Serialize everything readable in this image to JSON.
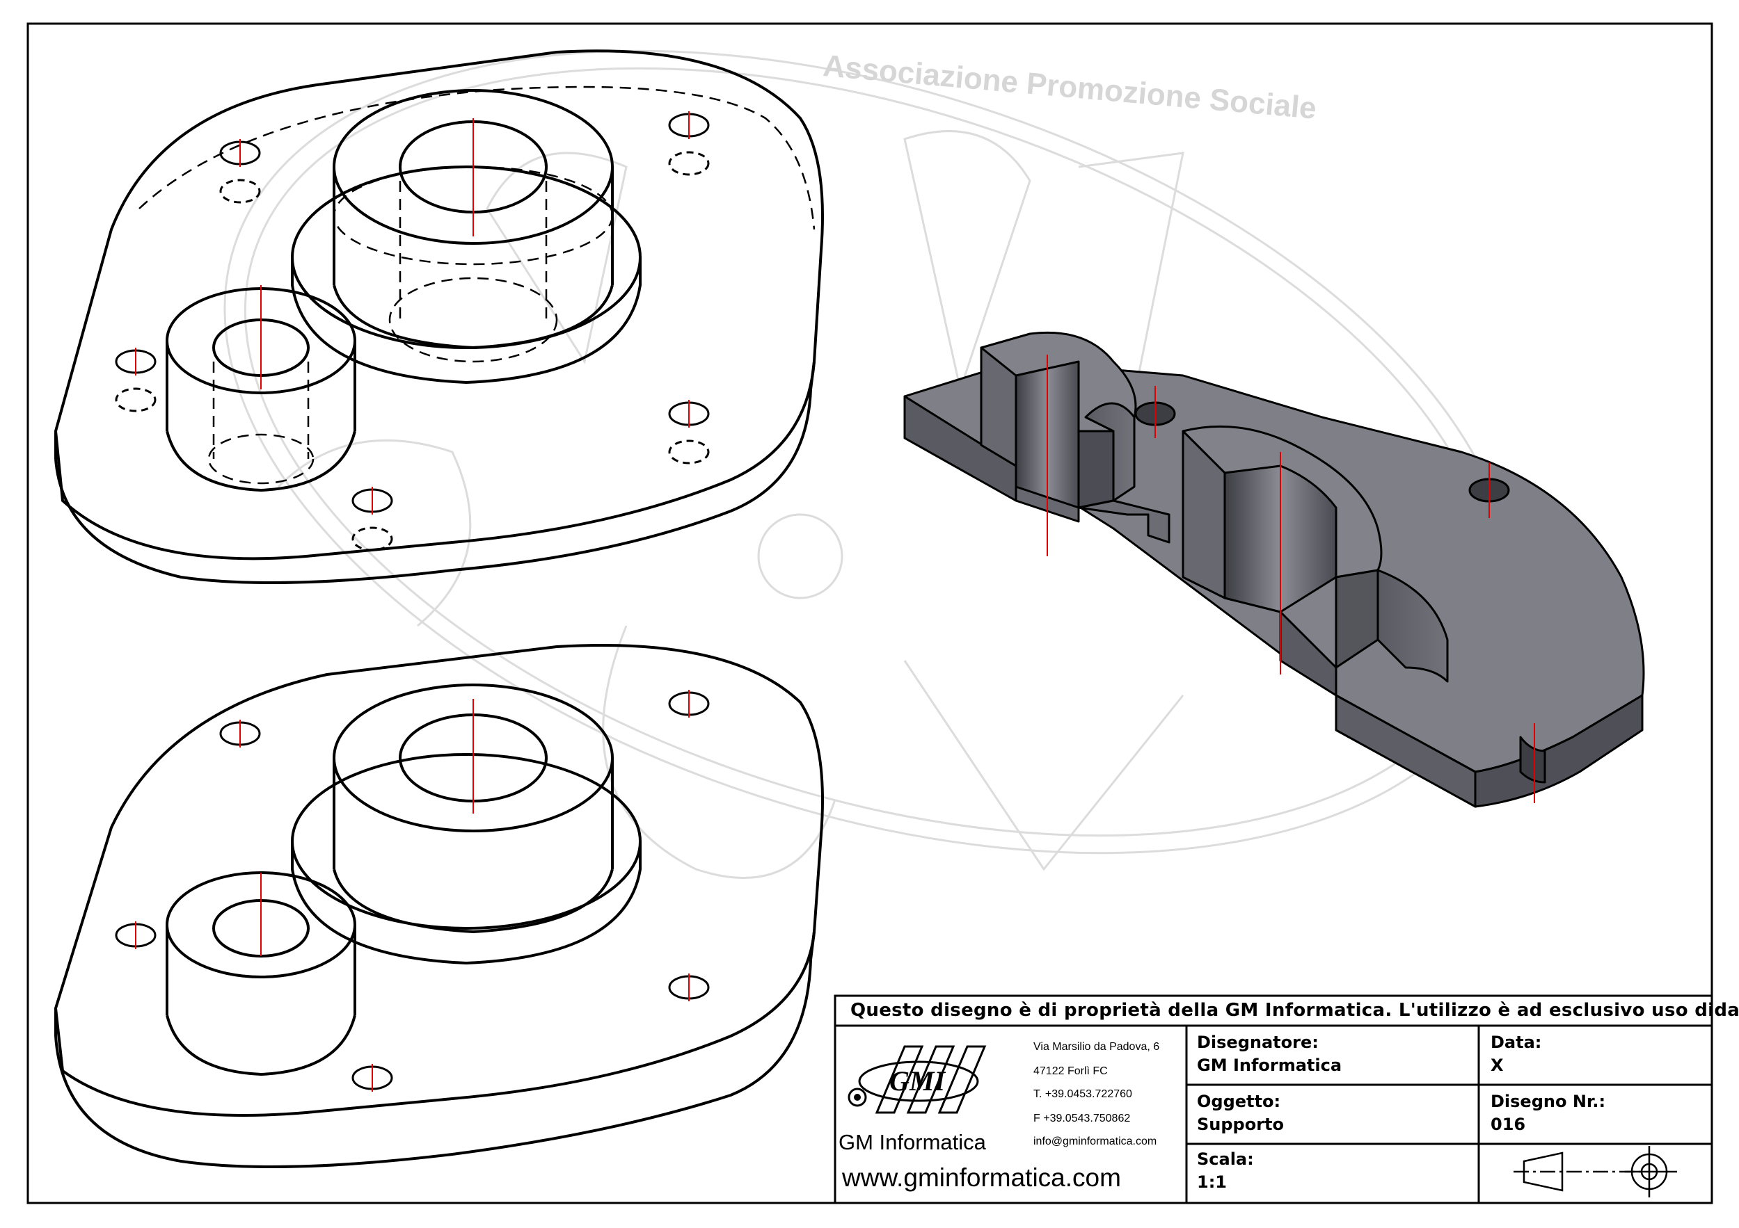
{
  "watermark": {
    "association": "Associazione Promozione Sociale"
  },
  "title_block": {
    "notice": "Questo disegno è di proprietà della GM Informatica. L'utilizzo è ad esclusivo uso didattico.",
    "company": {
      "logo_text": "GMI",
      "name": "GM Informatica",
      "website": "www.gminformatica.com",
      "address_line1": "Via Marsilio da Padova, 6",
      "address_line2": "47122 Forlì FC",
      "phone": "T. +39.0453.722760",
      "fax": "F +39.0543.750862",
      "email": "info@gminformatica.com"
    },
    "fields": {
      "designer_label": "Disegnatore:",
      "designer_value": "GM Informatica",
      "date_label": "Data:",
      "date_value": "X",
      "object_label": "Oggetto:",
      "object_value": "Supporto",
      "drawing_no_label": "Disegno Nr.:",
      "drawing_no_value": "016",
      "scale_label": "Scala:",
      "scale_value": "1:1"
    },
    "projection_symbol": "first-angle-projection-icon"
  },
  "colors": {
    "line": "#000000",
    "centerline": "#e00000",
    "solid_dark": "#55555c",
    "solid_mid": "#777780",
    "solid_light": "#9a9aa2",
    "watermark": "#d6d6d6"
  }
}
